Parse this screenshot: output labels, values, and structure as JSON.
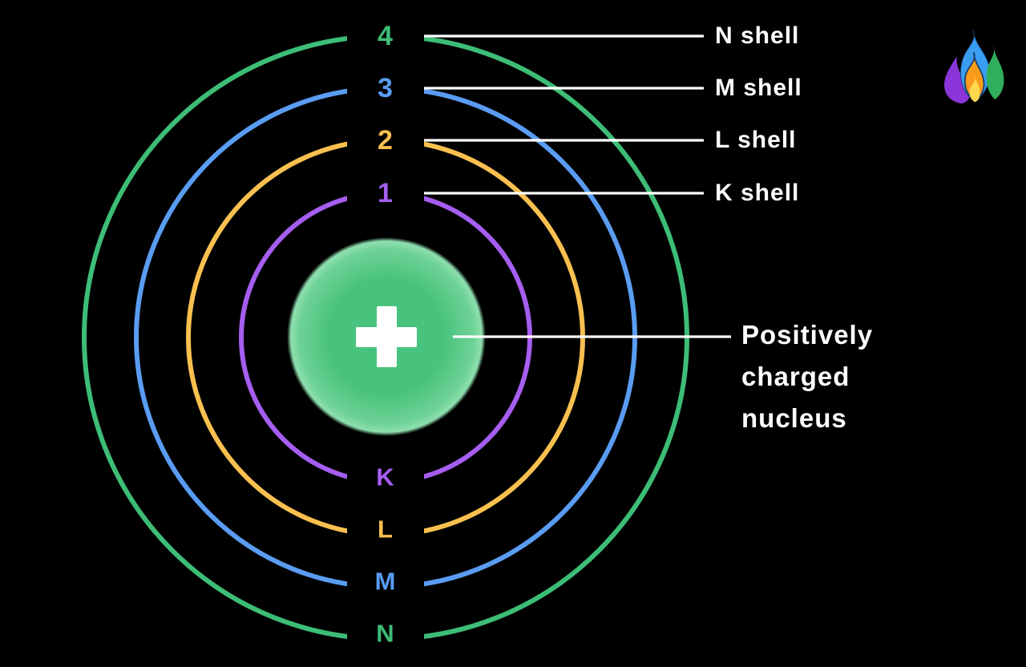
{
  "diagram": {
    "background_color": "#000000",
    "leader_line_color": "#ffffff",
    "text_color": "#ffffff",
    "shells": [
      {
        "number": "1",
        "letter": "K",
        "label": "K shell",
        "color": "#a55ef0"
      },
      {
        "number": "2",
        "letter": "L",
        "label": "L shell",
        "color": "#f9c050"
      },
      {
        "number": "3",
        "letter": "M",
        "label": "M shell",
        "color": "#5a9cf2"
      },
      {
        "number": "4",
        "letter": "N",
        "label": "N shell",
        "color": "#3dbd76"
      }
    ],
    "nucleus": {
      "symbol": "+",
      "symbol_color": "#ffffff",
      "inner_color": "#48c37d",
      "edge_color": "#8ee0af",
      "label_lines": [
        "Positively",
        "charged",
        "nucleus"
      ]
    }
  },
  "logo": {
    "name": "multicolor-flame-logo",
    "colors": {
      "purple": "#8b35d8",
      "blue": "#3b9df2",
      "green": "#2fae5b",
      "orange": "#f99b1d",
      "yellow": "#ffd84d"
    }
  }
}
